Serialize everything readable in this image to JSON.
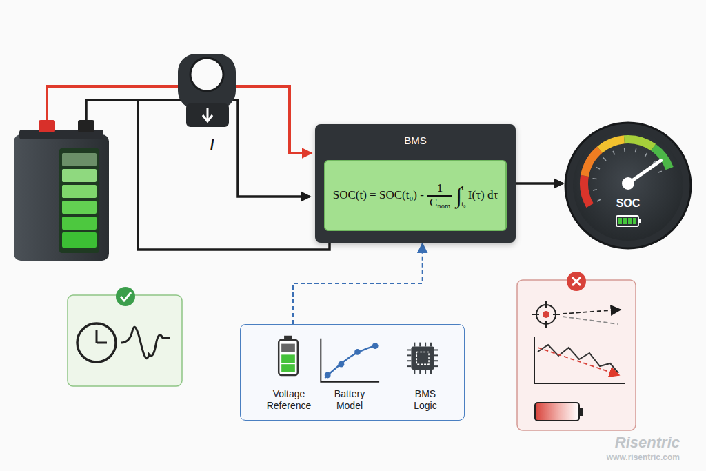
{
  "diagram": {
    "nodes": [
      {
        "text": [
          "BMS"
        ]
      },
      {
        "text": [
          "SOC(t) = SOC(t₀) -",
          "1",
          "C",
          "nom",
          "∫",
          "t",
          "t₀",
          "I(τ) dτ"
        ],
        "in": 0
      },
      {
        "text": [
          "SOC"
        ]
      },
      {
        "text": [
          "Voltage Reference",
          "Battery Model",
          "BMS Logic"
        ]
      }
    ],
    "edges": [
      {
        "from": 0,
        "to": 2,
        "arrow": "to"
      },
      {
        "from": 3,
        "to": 0,
        "arrow": "to"
      }
    ],
    "labels": [
      "I",
      "Risentric",
      "www.risentric.com"
    ]
  }
}
